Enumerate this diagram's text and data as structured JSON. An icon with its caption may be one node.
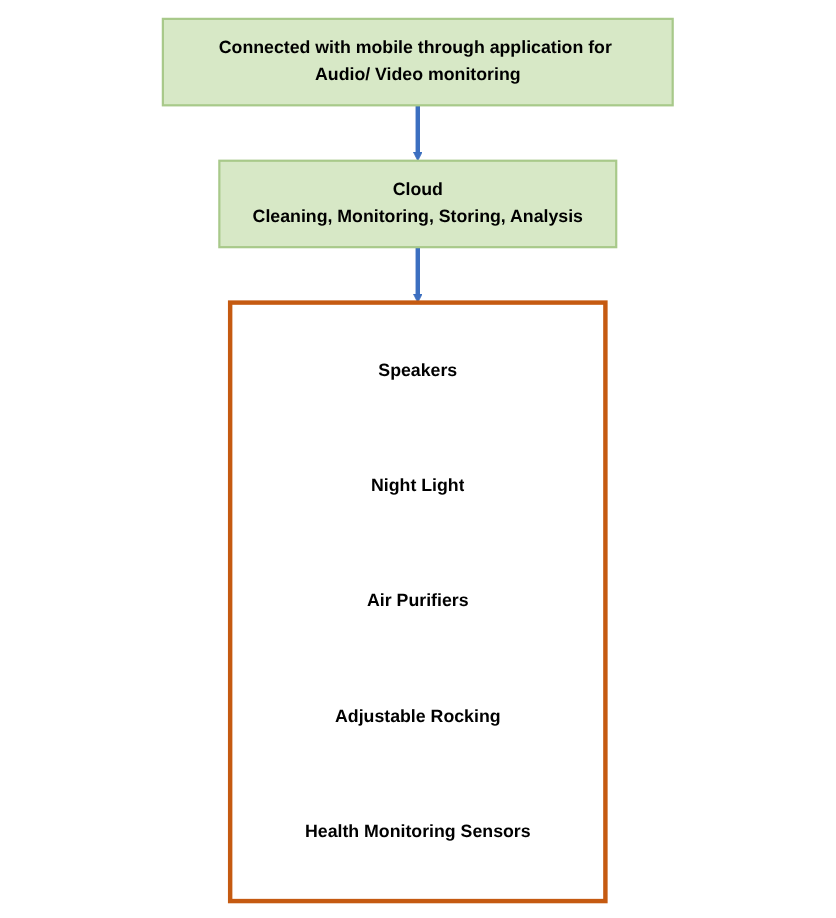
{
  "diagram": {
    "nodes": [
      {
        "text": [
          "Connected with mobile through application for Audio/ Video monitoring"
        ]
      },
      {
        "text": [
          "Cloud",
          "Cleaning, Monitoring, Storing, Analysis"
        ]
      },
      {
        "text": [],
        "shape": "box"
      },
      {
        "text": [
          "Speakers"
        ],
        "in": 2
      },
      {
        "text": [
          "Night Light"
        ],
        "in": 2
      },
      {
        "text": [
          "Air Purifiers"
        ],
        "in": 2
      },
      {
        "text": [
          "Adjustable Rocking"
        ],
        "in": 2
      },
      {
        "text": [
          "Health Monitoring Sensors"
        ],
        "in": 2
      }
    ],
    "edges": [
      {
        "from": 0,
        "to": 1,
        "arrow": "to"
      },
      {
        "from": 1,
        "to": 2,
        "arrow": "to"
      }
    ]
  }
}
